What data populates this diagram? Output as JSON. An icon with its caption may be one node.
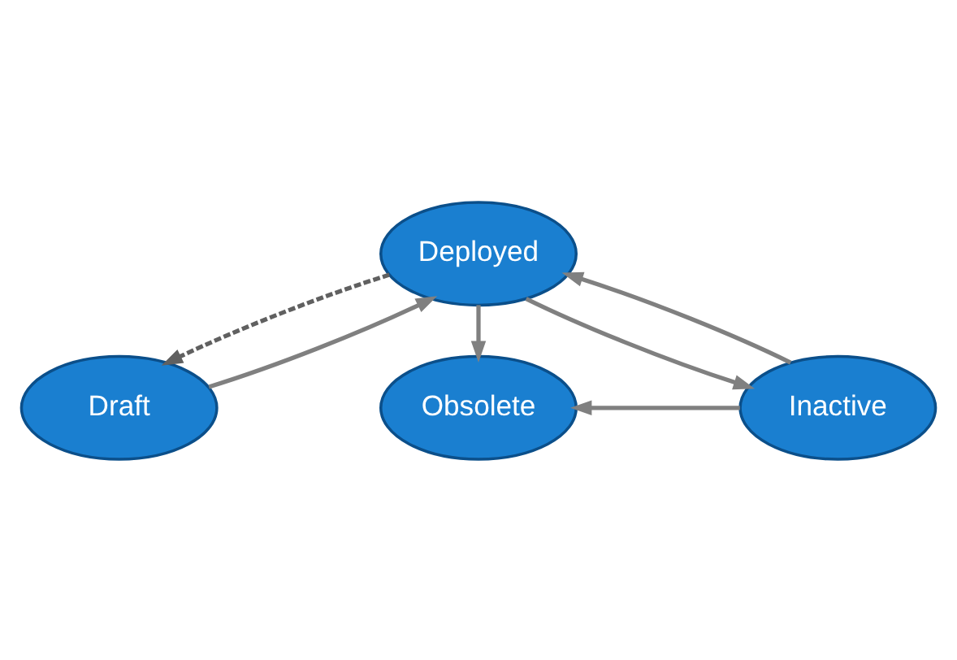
{
  "diagram": {
    "nodes": [
      {
        "text": [
          "Deployed"
        ]
      },
      {
        "text": [
          "Draft"
        ]
      },
      {
        "text": [
          "Obsolete"
        ]
      },
      {
        "text": [
          "Inactive"
        ]
      }
    ],
    "edges": [
      {
        "from": 1,
        "to": 0,
        "arrow": "to"
      },
      {
        "from": 0,
        "to": 1,
        "arrow": "to",
        "style": "dashed"
      },
      {
        "from": 0,
        "to": 2,
        "arrow": "to"
      },
      {
        "from": 0,
        "to": 3,
        "arrow": "to"
      },
      {
        "from": 3,
        "to": 0,
        "arrow": "to"
      },
      {
        "from": 3,
        "to": 2,
        "arrow": "to"
      }
    ]
  }
}
